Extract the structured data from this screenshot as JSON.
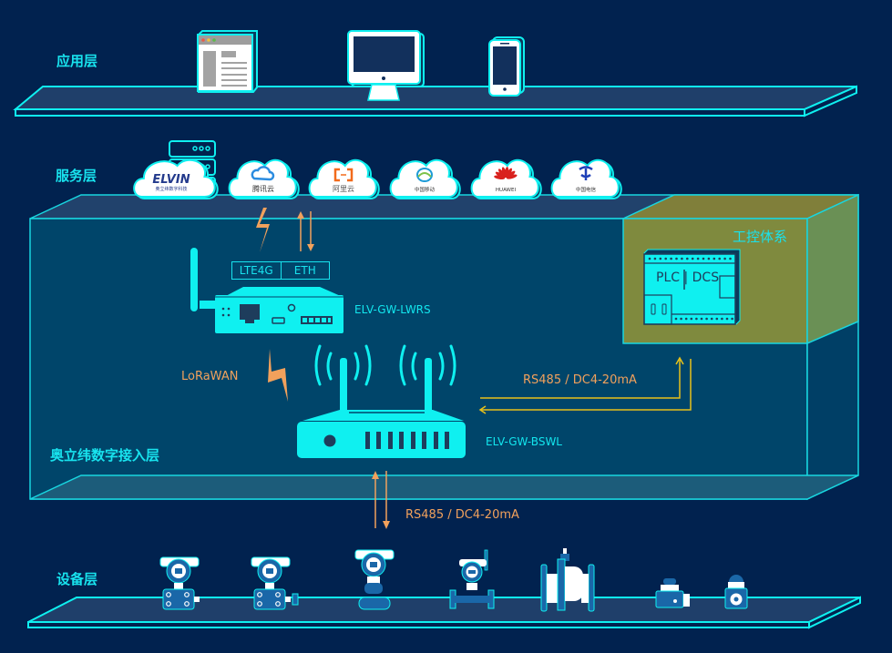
{
  "diagram": {
    "title": "ELVIN IoT architecture",
    "layers": {
      "application": {
        "label": "应用层",
        "devices": [
          "web-browser",
          "desktop-monitor",
          "smartphone"
        ]
      },
      "service": {
        "label": "服务层",
        "clouds": [
          {
            "name": "ELVIN",
            "caption": "奥立纬数字科技",
            "brand_color": "#233a8c"
          },
          {
            "name": "腾讯云",
            "caption": "腾讯云",
            "brand_color": "#2b8ce0"
          },
          {
            "name": "阿里云",
            "caption": "阿里云",
            "brand_color": "#f26a1b"
          },
          {
            "name": "中国移动",
            "caption": "中国移动",
            "brand_color": "#1d9bd7"
          },
          {
            "name": "HUAWEI",
            "caption": "HUAWEI",
            "brand_color": "#d9211d"
          },
          {
            "name": "中国电信",
            "caption": "中国电信",
            "brand_color": "#1d3fb8"
          }
        ]
      },
      "access": {
        "label": "奥立纬数字接入层"
      },
      "industrial_control": {
        "label": "工控体系",
        "plc_label": "PLC | DCS"
      },
      "device": {
        "label": "设备层",
        "devices": [
          "pressure-transmitter",
          "differential-pressure-transmitter",
          "level-transmitter",
          "flow-meter",
          "electromagnetic-flowmeter",
          "actuator",
          "sensor"
        ]
      }
    },
    "gateways": {
      "lwrs": {
        "model": "ELV-GW-LWRS",
        "interfaces": [
          "LTE4G",
          "ETH"
        ]
      },
      "bswl": {
        "model": "ELV-GW-BSWL"
      }
    },
    "links": {
      "lorawan": "LoRaWAN",
      "plc_link": "RS485 / DC4-20mA",
      "device_link": "RS485 / DC4-20mA"
    },
    "colors": {
      "background": "#01224f",
      "accent_cyan": "#0ff0f0",
      "link_orange": "#f2a15c",
      "link_yellow": "#e8c21a",
      "control_box": "#7f8a3e"
    }
  }
}
